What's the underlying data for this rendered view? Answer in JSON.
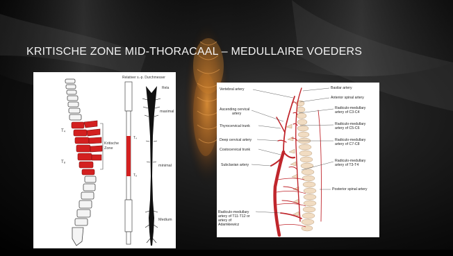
{
  "slide": {
    "title": "KRITISCHE ZONE MID-THORACAAL – MEDULLAIRE VOEDERS"
  },
  "left_figure": {
    "header": "Relativer s.-p. Durchmesser",
    "label_rela": "Rela",
    "label_maximal": "maximal",
    "label_minimal": "minimal",
    "label_medium": "Medium",
    "label_t4_spine": "T₄",
    "label_t8_spine": "T₈",
    "label_zone": "Kritische Zone",
    "label_t4_bar": "T₄",
    "label_t8_bar": "T₈"
  },
  "right_figure": {
    "labels_left": [
      "Vertebral artery",
      "Ascending cervical artery",
      "Thyrocervical trunk",
      "Deep cervical artery",
      "Costocervical trunk",
      "Subclavian artery",
      "Radiculo-medullary artery of T11-T12 or artery of Adamkiewicz"
    ],
    "labels_right": [
      "Basilar artery",
      "Anterior spinal artery",
      "Radiculo-medullary artery of C3-C4",
      "Radiculo-medullary artery of C5-C6",
      "Radiculo-medullary artery of C7-C8",
      "Radiculo-medullary artery of T3-T4",
      "Posterior spinal artery"
    ]
  },
  "colors": {
    "accent_red": "#d32020",
    "artery_red": "#c0262c",
    "glow_orange": "#e08a2a"
  }
}
